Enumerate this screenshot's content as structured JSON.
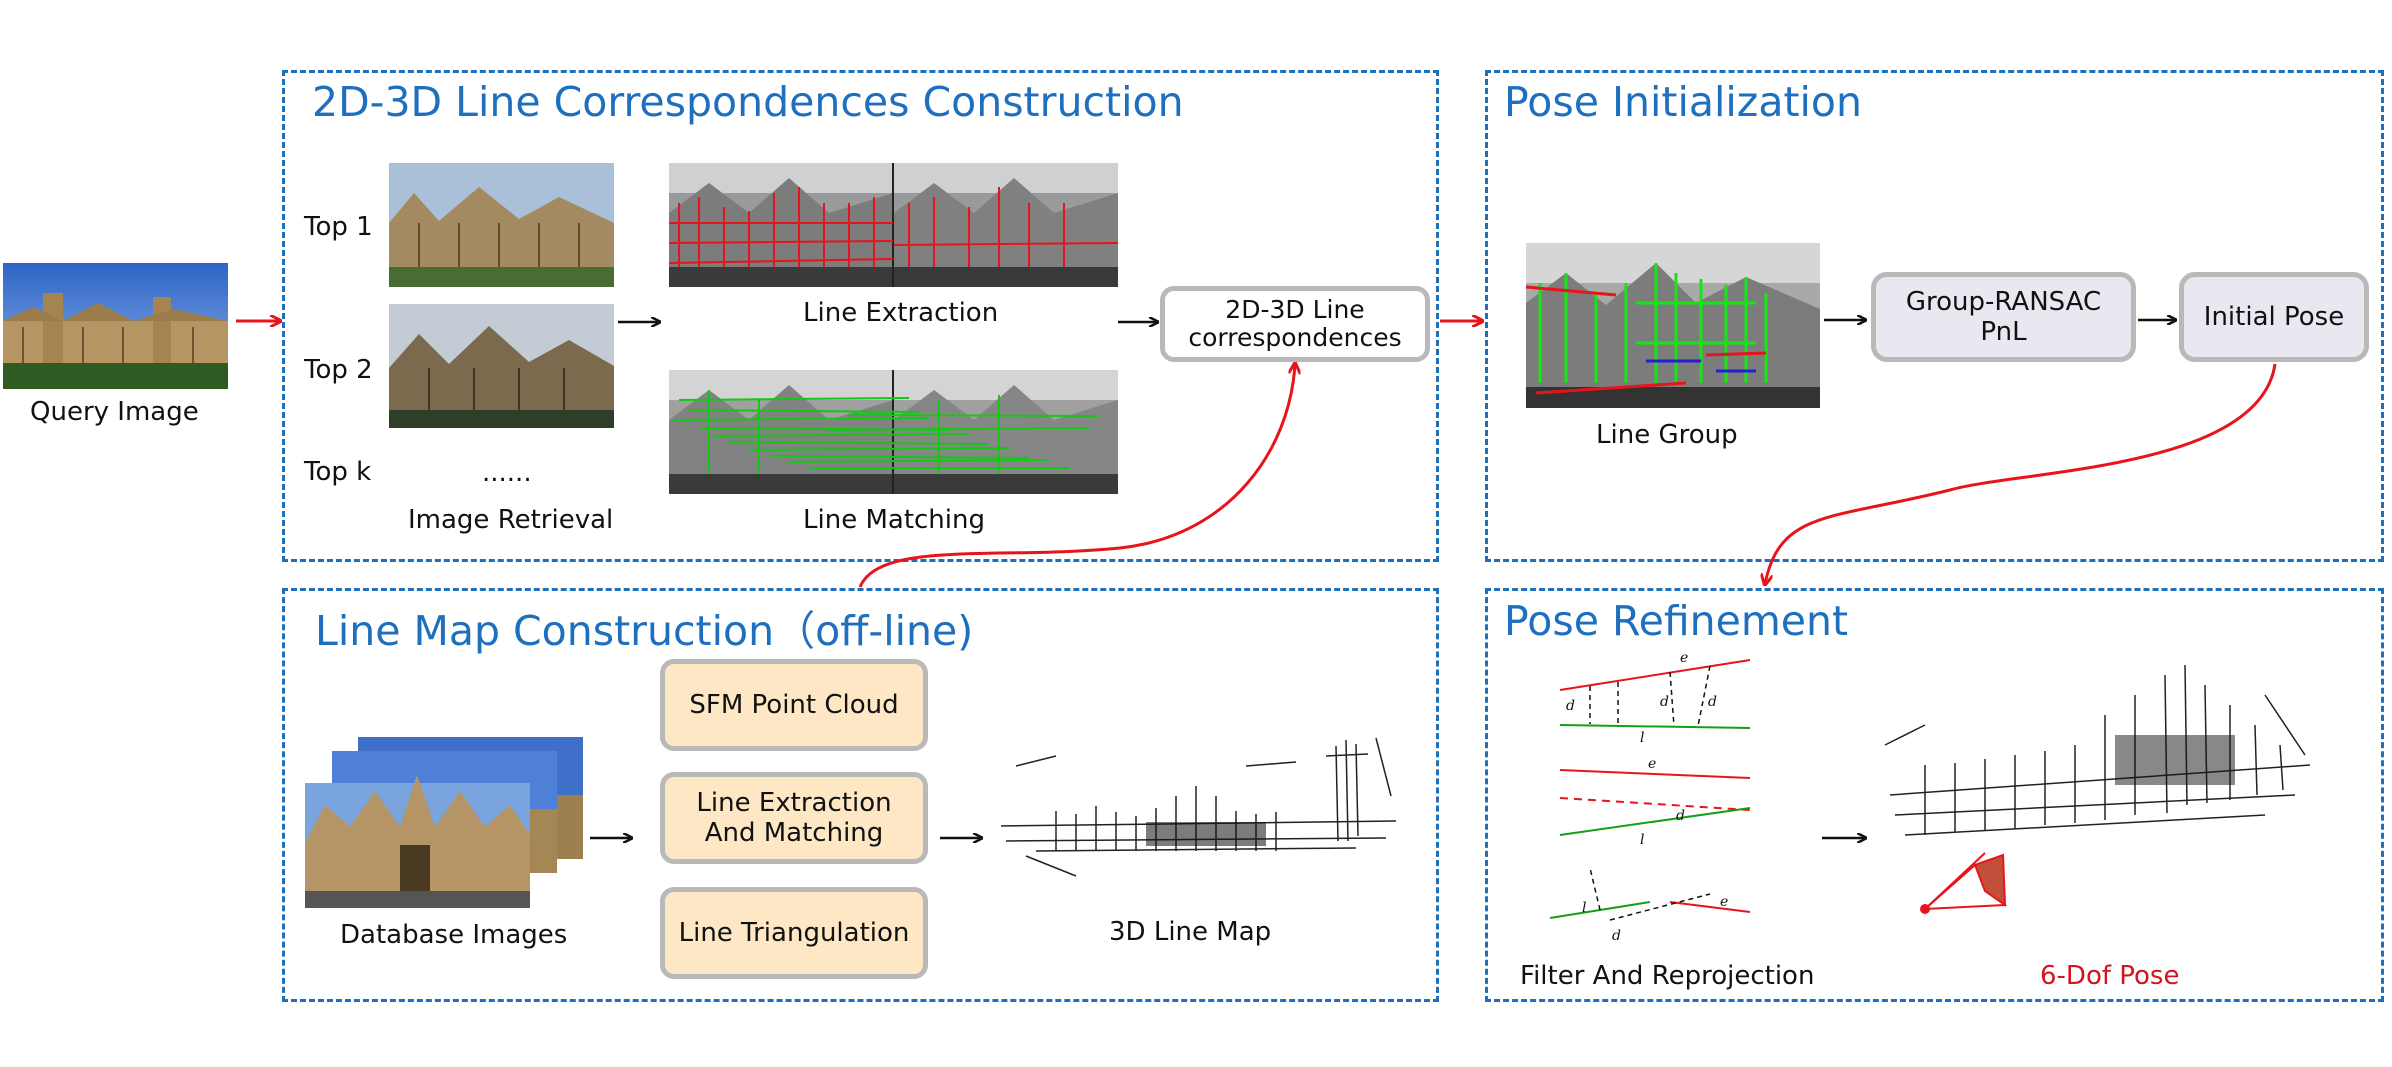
{
  "query": {
    "label": "Query Image"
  },
  "panels": {
    "correspondences": {
      "title": "2D-3D Line Correspondences Construction"
    },
    "pose_init": {
      "title": "Pose Initialization"
    },
    "line_map": {
      "title": "Line Map Construction（off-line)"
    },
    "pose_refine": {
      "title": "Pose Refinement"
    }
  },
  "retrieval": {
    "ranks": [
      "Top 1",
      "Top 2",
      "Top k"
    ],
    "ellipsis": "......",
    "label": "Image Retrieval"
  },
  "extraction": {
    "label": "Line Extraction"
  },
  "matching": {
    "label": "Line  Matching"
  },
  "correspondence_box": {
    "label": "2D-3D Line\ncorrespondences"
  },
  "line_group": {
    "label": "Line  Group"
  },
  "ransac_box": {
    "label": "Group-RANSAC\nPnL"
  },
  "initial_pose_box": {
    "label": "Initial Pose"
  },
  "database": {
    "label": "Database Images"
  },
  "steps": [
    "SFM Point Cloud",
    "Line Extraction\nAnd Matching",
    "Line Triangulation"
  ],
  "line_map_out": {
    "label": "3D Line Map"
  },
  "filter": {
    "label": "Filter And Reprojection",
    "symbols": [
      "e",
      "d",
      "d",
      "d",
      "l",
      "e",
      "d",
      "l",
      "l",
      "e",
      "d"
    ]
  },
  "dof_pose": {
    "label": "6-Dof Pose"
  },
  "colors": {
    "accent": "#1f6fbf",
    "arrow_red": "#e8141c",
    "pose_text": "#d4141c",
    "box_border": "#b9b9b9",
    "box_grey": "#e9e8f0",
    "box_orange": "#fde7c4"
  }
}
